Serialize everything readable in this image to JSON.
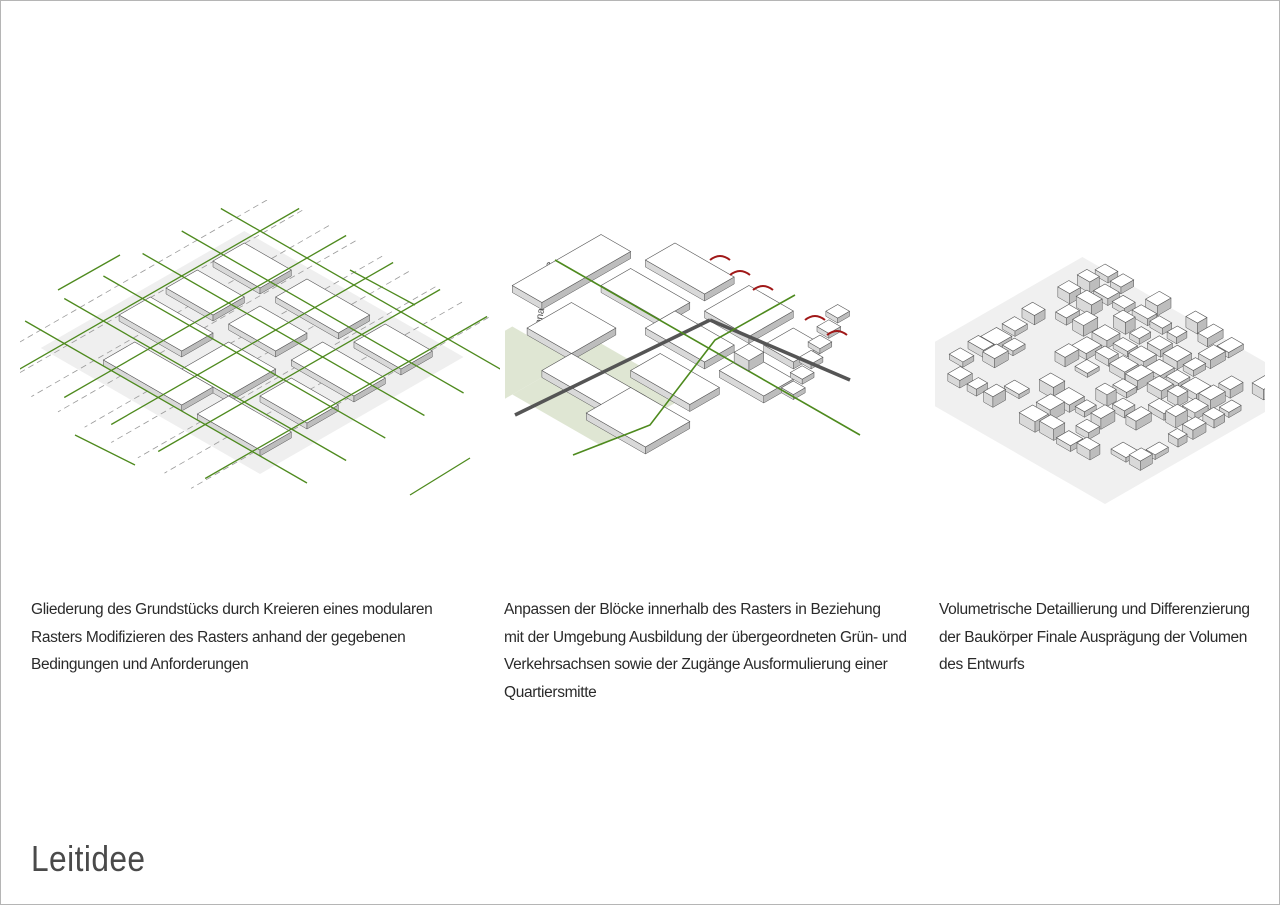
{
  "title": "Leitidee",
  "panels": [
    {
      "caption_lines": [
        "Gliederung des Grundstücks durch Kreieren eines modularen",
        "Rasters Modifizieren des Rasters anhand der gegebenen",
        "Bedingungen und Anforderungen"
      ]
    },
    {
      "street_label": "Lerchenauer Straße",
      "caption_lines": [
        "Anpassen der Blöcke innerhalb des Rasters in Beziehung",
        "mit der Umgebung Ausbildung der übergeordneten Grün- und",
        "Verkehrsachsen sowie der Zugänge Ausformulierung einer",
        "Quartiersmitte"
      ]
    },
    {
      "caption_lines": [
        "Volumetrische Detaillierung und Differenzierung",
        "der Baukörper Finale Ausprägung der Volumen",
        "des Entwurfs"
      ]
    }
  ],
  "colors": {
    "green": "#4e8a1e",
    "road": "#555555",
    "red": "#a01818",
    "greenspace": "#dfe6d3"
  }
}
